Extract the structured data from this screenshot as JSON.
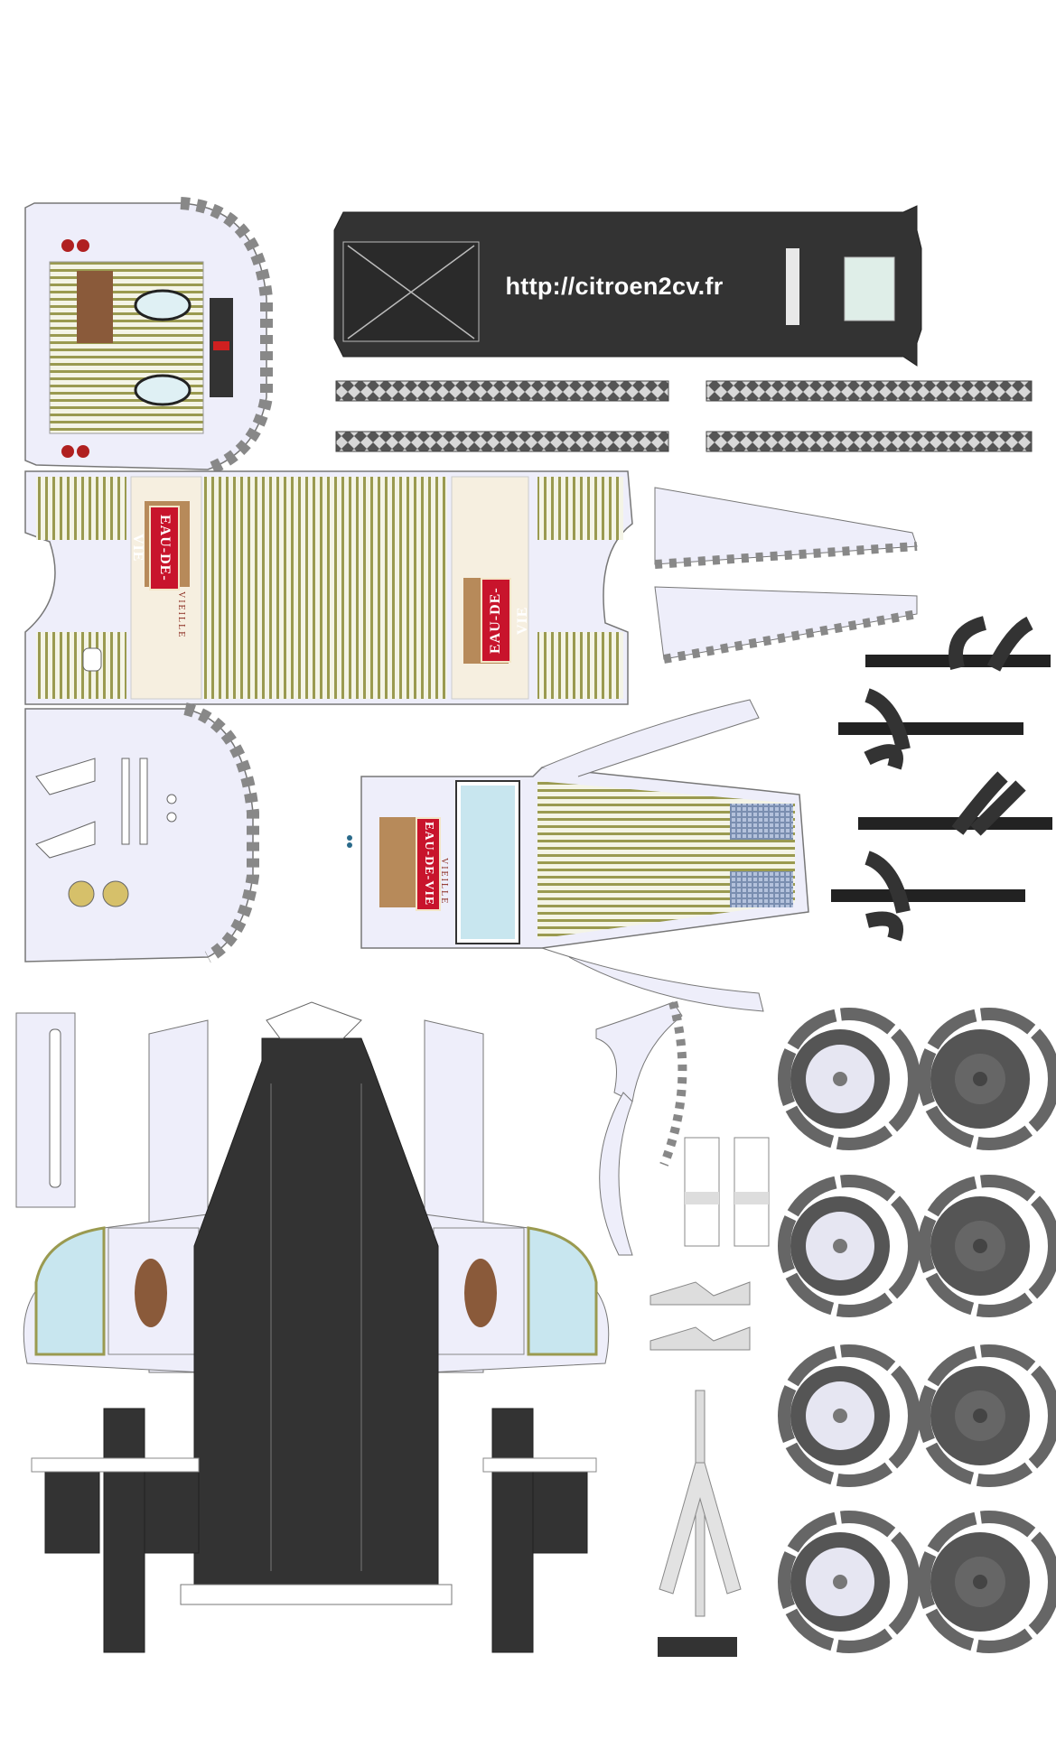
{
  "sheet": {
    "watermark_url": "http://citroen2cv.fr",
    "label_brand": "EAU-DE-VIE",
    "label_sub": "VIEILLE",
    "colors": {
      "paper": "#ffffff",
      "body_panel": "#eeeefa",
      "rib_olive": "#9a9a50",
      "chassis_black": "#333333",
      "tire_dark": "#555555",
      "label_red": "#c8142c",
      "window_blue": "#c8e6ef"
    }
  }
}
